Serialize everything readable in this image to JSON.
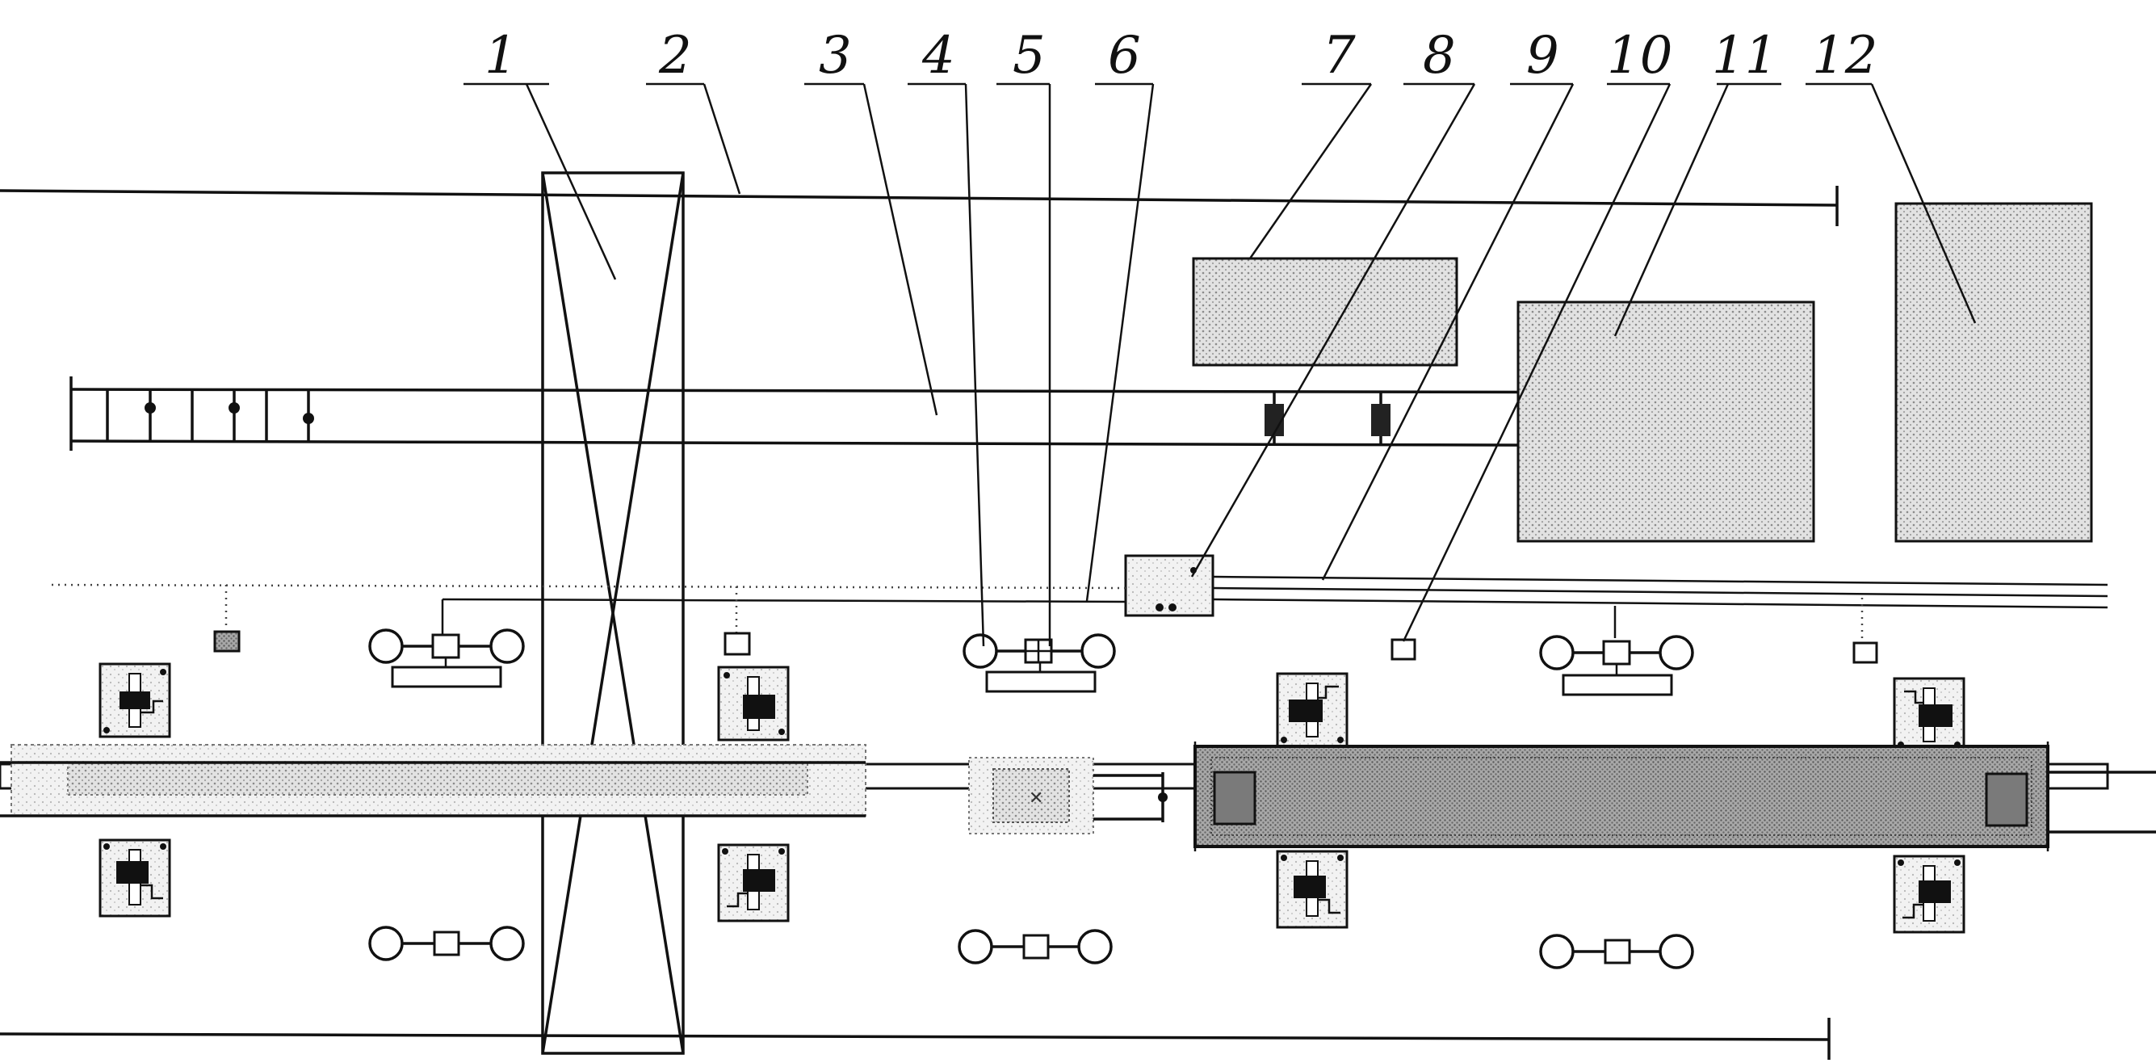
{
  "callouts": [
    {
      "label": "1"
    },
    {
      "label": "2"
    },
    {
      "label": "3"
    },
    {
      "label": "4"
    },
    {
      "label": "5"
    },
    {
      "label": "6"
    },
    {
      "label": "7"
    },
    {
      "label": "8"
    },
    {
      "label": "9"
    },
    {
      "label": "10"
    },
    {
      "label": "11"
    },
    {
      "label": "12"
    }
  ],
  "colors": {
    "line": "#111111",
    "area_fill": "#d9d9d9",
    "tube_fill": "#9b9b9b",
    "tube_light": "#e6e6e6",
    "background": "#ffffff"
  }
}
